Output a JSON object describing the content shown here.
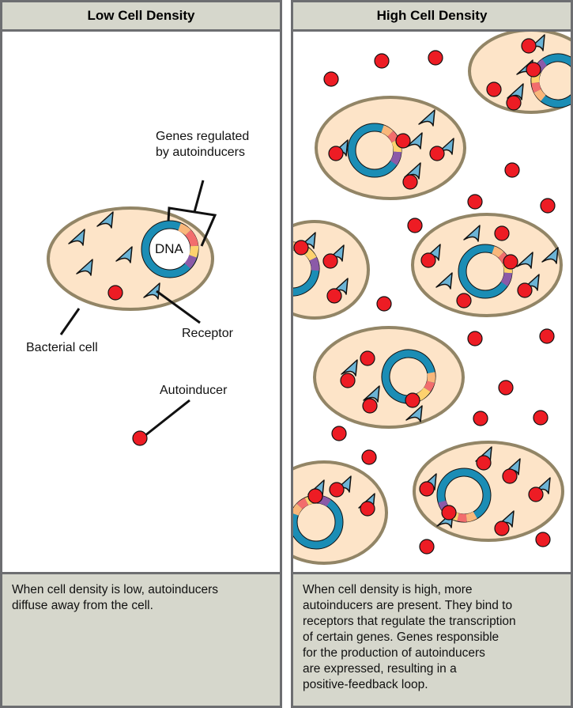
{
  "panels": {
    "left": {
      "title": "Low Cell Density",
      "labels": {
        "genes": [
          "Genes regulated",
          "by autoinducers"
        ],
        "dna": "DNA",
        "bacterial_cell": "Bacterial cell",
        "receptor": "Receptor",
        "autoinducer": "Autoinducer"
      },
      "caption": [
        "When cell density is low, autoinducers",
        "diffuse away from the cell."
      ]
    },
    "right": {
      "title": "High Cell Density",
      "caption": [
        "When cell density is high, more",
        "autoinducers are present. They bind to",
        "receptors that regulate the transcription",
        "of certain genes. Genes responsible",
        "for the production of autoinducers",
        "are expressed, resulting in a",
        "positive-feedback loop."
      ]
    }
  },
  "colors": {
    "border": "#6d6e71",
    "header_bg": "#d6d7cc",
    "cell_fill": "#fde4c8",
    "cell_stroke": "#928566",
    "dna_ring": "#1b8db5",
    "receptor": "#6cb4d6",
    "autoinducer": "#ed1c24",
    "gene_orange": "#f9b77b",
    "gene_pink": "#f26d6d",
    "gene_yellow": "#fdd26e",
    "gene_purple": "#8b5aa8"
  },
  "icons": {
    "receptor": "blue-arrowhead-icon",
    "autoinducer": "red-circle-icon",
    "dna": "plasmid-ring-icon"
  }
}
